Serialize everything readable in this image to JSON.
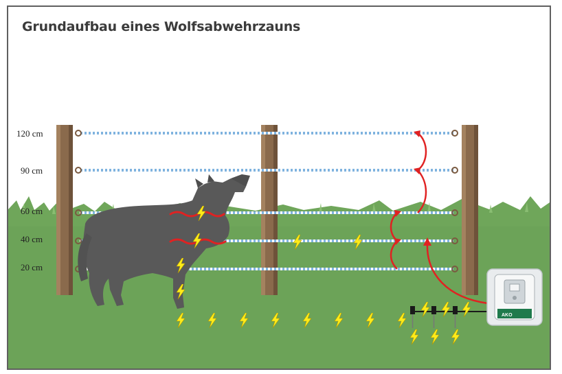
{
  "title": "Grundaufbau eines Wolfsabwehrzauns",
  "wire_heights": [
    {
      "label": "120 cm"
    },
    {
      "label": "90 cm"
    },
    {
      "label": "60 cm"
    },
    {
      "label": "40 cm"
    },
    {
      "label": "20 cm"
    }
  ],
  "colors": {
    "grass": "#6fa65a",
    "grass_dark": "#5a9448",
    "post": "#8a6a4c",
    "wire": "#7fb3df",
    "shock": "#ffec1a",
    "red": "#e02222",
    "energizer": "#1f7a4c",
    "wolf": "#595959"
  },
  "energizer": {
    "brand": "AKO",
    "icon": "electric-fence-energizer"
  },
  "icons": {
    "shock": "lightning-bolt-icon",
    "arrow": "curved-arrow-icon"
  }
}
